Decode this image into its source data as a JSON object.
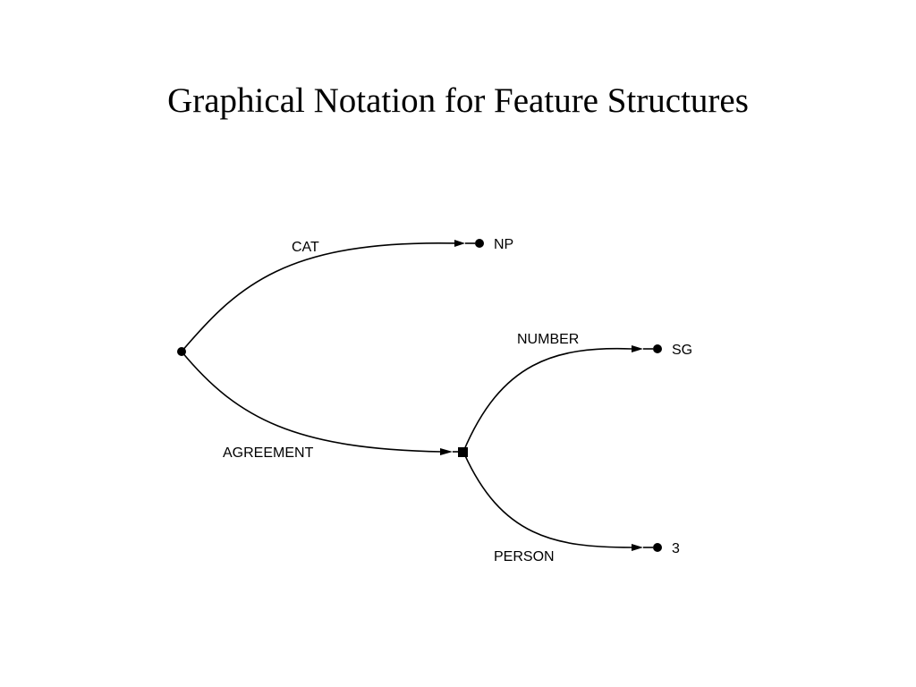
{
  "slide": {
    "title": "Graphical Notation for Feature Structures"
  },
  "diagram": {
    "edges": {
      "cat": "CAT",
      "agreement": "AGREEMENT",
      "number": "NUMBER",
      "person": "PERSON"
    },
    "values": {
      "np": "NP",
      "sg": "SG",
      "three": "3"
    }
  }
}
